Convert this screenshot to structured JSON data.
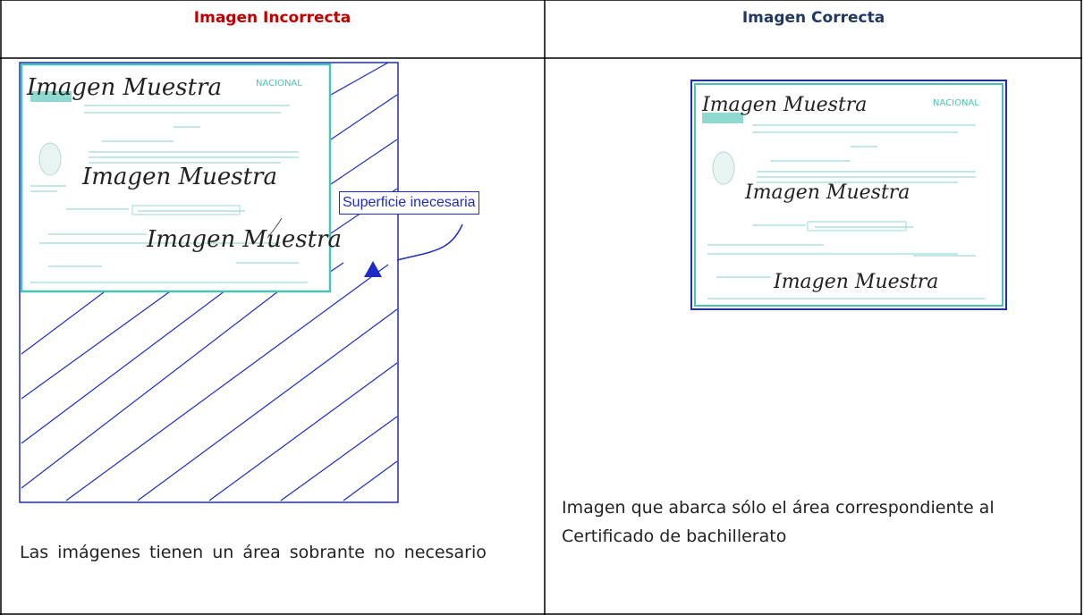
{
  "page": {
    "title_fragment": "",
    "columns": {
      "left_header": "Imagen Incorrecta",
      "right_header": "Imagen Correcta"
    },
    "colors": {
      "left_header": "#c00000",
      "right_header": "#1f3864",
      "annotation": "#1e2bc6",
      "certificate_tint": "#48c4b4"
    }
  },
  "left_example": {
    "watermarks": [
      "Imagen Muestra",
      "Imagen Muestra",
      "Imagen Muestra"
    ],
    "certificate_heading_fragment": "NACIONAL",
    "annotation": "Superficie inecesaria",
    "description": "Las imágenes tienen un área sobrante no necesario"
  },
  "right_example": {
    "watermarks": [
      "Imagen Muestra",
      "Imagen Muestra",
      "Imagen Muestra"
    ],
    "certificate_heading_fragment": "NACIONAL",
    "description": "Imagen que abarca sólo el área correspondiente al Certificado de bachillerato"
  },
  "icons": {
    "arrow": "triangle-arrow-icon",
    "hatch": "diagonal-hatch"
  }
}
